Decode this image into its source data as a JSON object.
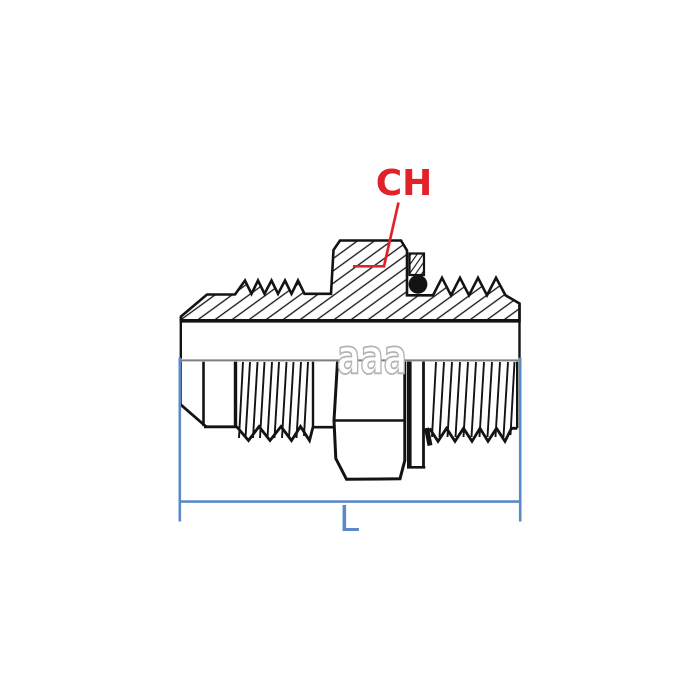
{
  "figure": {
    "title_hint": "hydraulic adapter fitting half-section drawing",
    "callout": {
      "label": "CH"
    },
    "dimension": {
      "label": "L"
    },
    "watermark_text": "aaa",
    "colors": {
      "line_black": "#131313",
      "centerline_gray": "#7f7f7f",
      "dimension_blue": "#5b8ac6",
      "callout_red": "#e2222a",
      "watermark_gray": "#b3b3b3",
      "background": "#ffffff"
    }
  }
}
